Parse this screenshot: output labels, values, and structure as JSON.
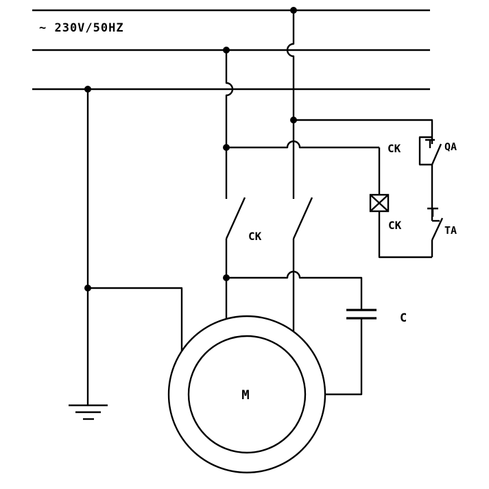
{
  "diagram": {
    "supply": {
      "label": "~ 230V/50HZ"
    },
    "contactor": {
      "main_label": "CK",
      "aux_label": "CK",
      "coil_label": "CK"
    },
    "buttons": {
      "start_label": "QA",
      "stop_label": "TA"
    },
    "capacitor": {
      "label": "C"
    },
    "motor": {
      "label": "M"
    },
    "colors": {
      "line": "#000000",
      "background": "#ffffff"
    }
  }
}
